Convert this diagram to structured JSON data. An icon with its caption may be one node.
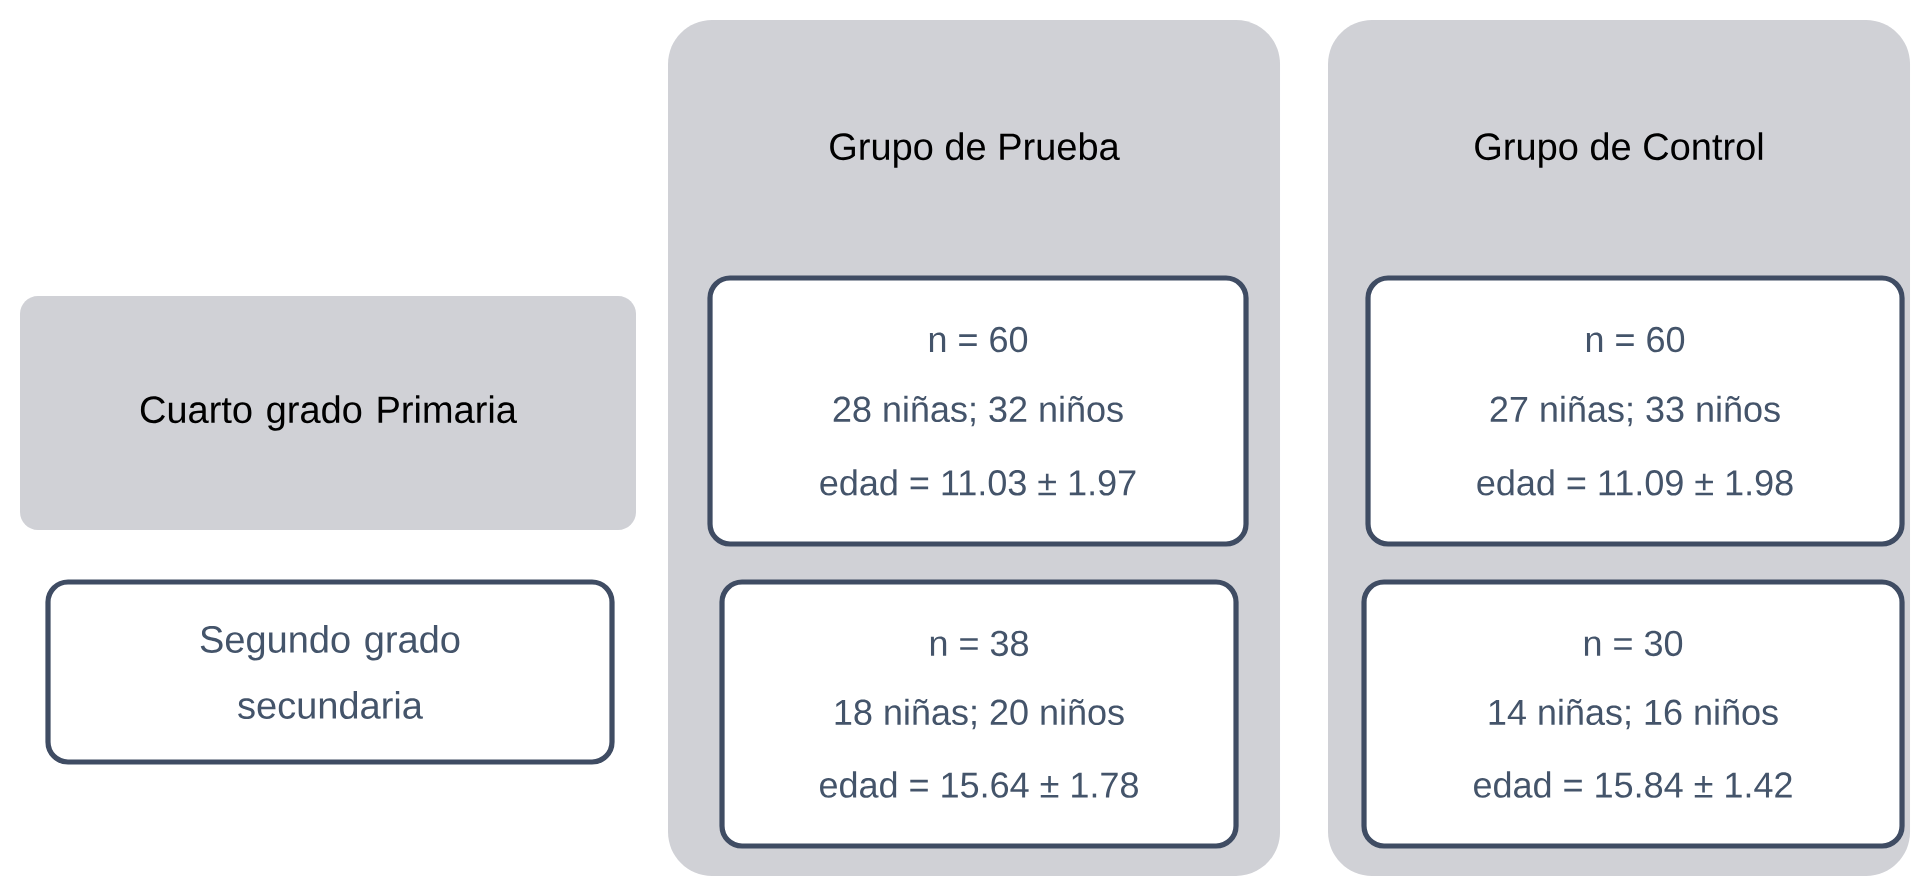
{
  "diagram": {
    "nodes": [
      {
        "text": [
          "Grupo  de Prueba"
        ]
      },
      {
        "text": [
          "Grupo de Control"
        ]
      },
      {
        "text": [
          "Cuarto grado Primaria"
        ]
      },
      {
        "text": [
          "n = 60",
          "28 niñas; 32 niños",
          "edad = 11.03 ± 1.97"
        ],
        "in": 0
      },
      {
        "text": [
          "n = 60",
          "27 niñas; 33 niños",
          "edad = 11.09 ± 1.98"
        ],
        "in": 1
      },
      {
        "text": [
          "Segundo grado secundaria"
        ]
      },
      {
        "text": [
          "n = 38",
          "18 niñas; 20 niños",
          "edad = 15.64 ± 1.78"
        ],
        "in": 0
      },
      {
        "text": [
          "n = 30",
          "14 niñas; 16 niños",
          "edad = 15.84 ± 1.42"
        ],
        "in": 1
      }
    ]
  }
}
